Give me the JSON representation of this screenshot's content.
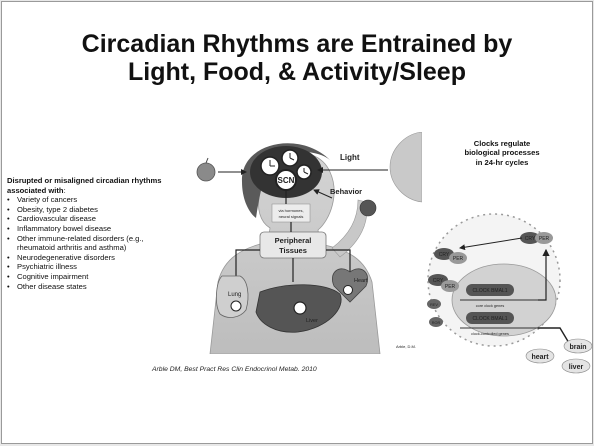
{
  "slide": {
    "title_line1": "Circadian Rhythms are Entrained by",
    "title_line2": "Light, Food, & Activity/Sleep",
    "disease_list": {
      "header_bold": "Disrupted or misaligned circadian rhythms associated with",
      "header_tail": ":",
      "items": [
        "Variety of cancers",
        "Obesity, type 2 diabetes",
        "Cardiovascular disease",
        "Inflammatory bowel disease",
        "Other immune-related disorders (e.g., rheumatoid arthritis and asthma)",
        "Neurodegenerative disorders",
        "Psychiatric illness",
        "Cognitive impairment",
        "Other disease states"
      ]
    },
    "clocks_note": "Clocks regulate biological processes in 24-hr cycles",
    "citation": "Arble DM, Best Pract Res Clin Endocrinol Metab. 2010"
  },
  "figure": {
    "light_label": "Light",
    "scn_label": "SCN",
    "behavior_label": "Behavior",
    "hormones_label_line1": "via hormones,",
    "hormones_label_line2": "neural signals",
    "peripheral_line1": "Peripheral",
    "peripheral_line2": "Tissues",
    "lung_label": "Lung",
    "heart_label": "Heart",
    "liver_label": "Liver",
    "credit": "Arble, D.M."
  },
  "clock_diagram": {
    "cry_label": "CRY",
    "per_label": "PER",
    "clock_bmal_label": "CLOCK BMAL1",
    "core_genes_label": "core clock genes",
    "controlled_genes_label": "clock-controlled genes",
    "rev_label": "REV",
    "ror_label": "ROR",
    "heart_label": "heart",
    "brain_label": "brain",
    "liver_label": "liver"
  }
}
